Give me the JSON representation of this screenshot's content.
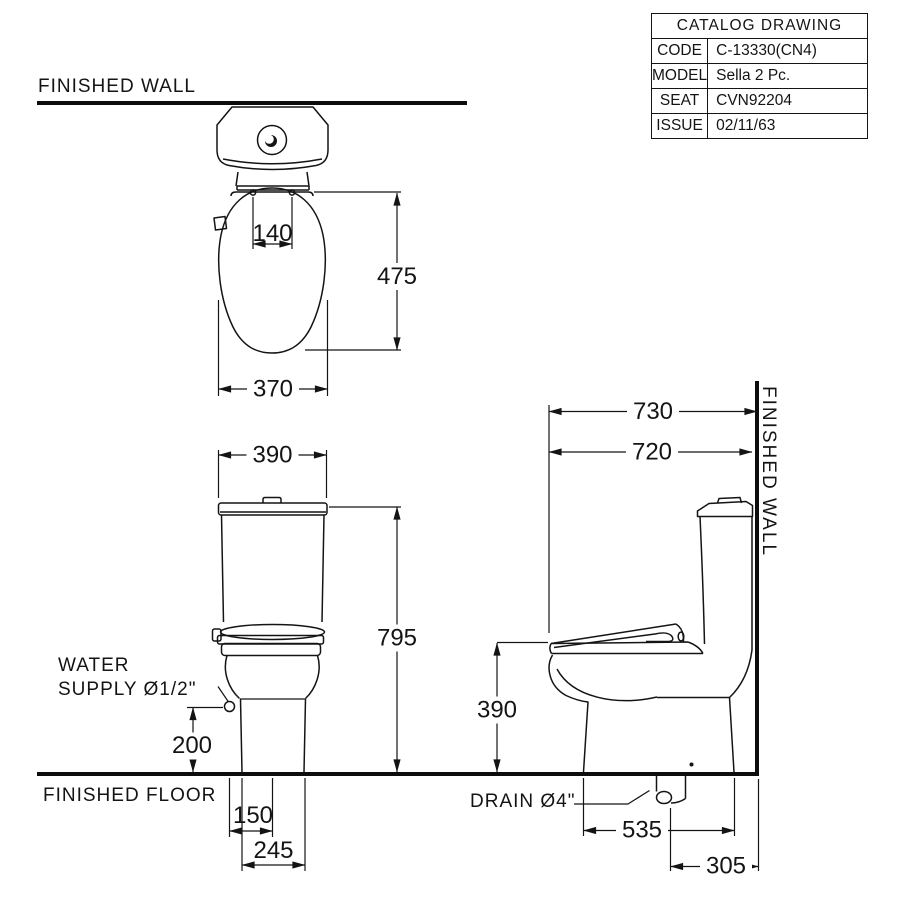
{
  "title_block": {
    "title": "CATALOG DRAWING",
    "rows": [
      {
        "label": "CODE",
        "value": "C-13330(CN4)"
      },
      {
        "label": "MODEL",
        "value": "Sella 2 Pc."
      },
      {
        "label": "SEAT",
        "value": "CVN92204"
      },
      {
        "label": "ISSUE",
        "value": "02/11/63"
      }
    ]
  },
  "labels": {
    "finished_wall_top": "FINISHED WALL",
    "finished_wall_side": "FINISHED WALL",
    "finished_floor": "FINISHED FLOOR",
    "water_supply_line1": "WATER",
    "water_supply_line2": "SUPPLY Ø1/2\"",
    "drain": "DRAIN Ø4\""
  },
  "dimensions_mm": {
    "top_view": {
      "hinge_hole_spacing": "140",
      "bowl_length": "475",
      "bowl_width": "370"
    },
    "front_view": {
      "tank_width": "390",
      "overall_height": "795",
      "water_supply_height": "200",
      "water_supply_offset": "150",
      "base_width": "245"
    },
    "side_view": {
      "overall_depth": "730",
      "depth_body": "720",
      "bowl_height": "390",
      "base_depth": "535",
      "drain_to_wall": "305"
    }
  },
  "drawing_meta": {
    "line_color": "#141414",
    "background": "#ffffff"
  }
}
